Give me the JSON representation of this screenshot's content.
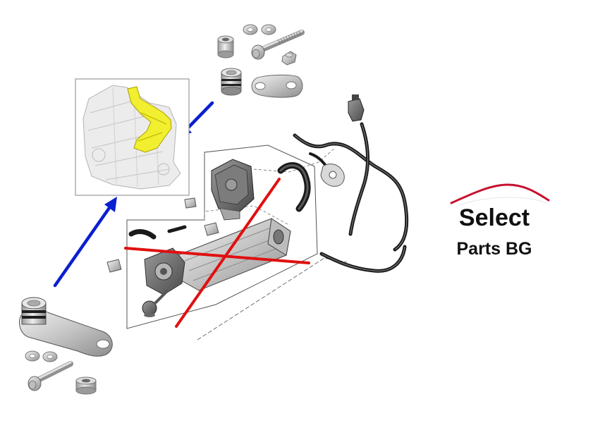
{
  "logo": {
    "line1": "Select",
    "line2": "Parts BG",
    "accent_color": "#c8102e"
  },
  "colors": {
    "arrow": "#0a1fd0",
    "cross": "#e01010",
    "manifold_highlight": "#f2ee30",
    "hose": "#1a1a1a",
    "metal": "#c9c9c9"
  },
  "icons": [
    "arrow-icon",
    "cross-out-icon",
    "engine-illustration",
    "egr-valve-illustration",
    "blanking-plate-illustration"
  ]
}
